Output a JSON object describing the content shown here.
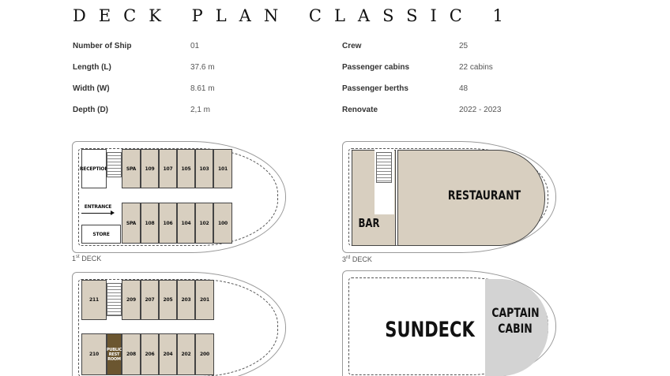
{
  "title": "DECK PLAN CLASSIC 1",
  "specs_left": [
    {
      "label": "Number of Ship",
      "value": "01"
    },
    {
      "label": "Length (L)",
      "value": "37.6 m"
    },
    {
      "label": "Width (W)",
      "value": "8.61 m"
    },
    {
      "label": "Depth (D)",
      "value": "2,1 m"
    }
  ],
  "specs_right": [
    {
      "label": "Crew",
      "value": "25"
    },
    {
      "label": "Passenger cabins",
      "value": "22 cabins"
    },
    {
      "label": "Passenger berths",
      "value": "48"
    },
    {
      "label": "Renovate",
      "value": "2022 - 2023"
    }
  ],
  "deck1": {
    "label_num": "1",
    "label_sup": "st",
    "label_text": " DECK",
    "reception": "RECEPTION",
    "entrance": "ENTRANCE",
    "store": "STORE",
    "top_rooms": [
      "SPA",
      "109",
      "107",
      "105",
      "103",
      "101"
    ],
    "bottom_rooms": [
      "SPA",
      "108",
      "106",
      "104",
      "102",
      "100"
    ]
  },
  "deck3": {
    "label_num": "3",
    "label_sup": "rd",
    "label_text": " DECK",
    "bar": "BAR",
    "restaurant": "RESTAURANT"
  },
  "deck2": {
    "top_rooms": [
      "211",
      "209",
      "207",
      "205",
      "203",
      "201"
    ],
    "bottom_rooms": [
      "210",
      "PUBLIC REST ROOM",
      "208",
      "206",
      "204",
      "202",
      "200"
    ]
  },
  "sundeck": {
    "sundeck": "SUNDECK",
    "captain_line1": "CAPTAIN",
    "captain_line2": "CABIN"
  }
}
